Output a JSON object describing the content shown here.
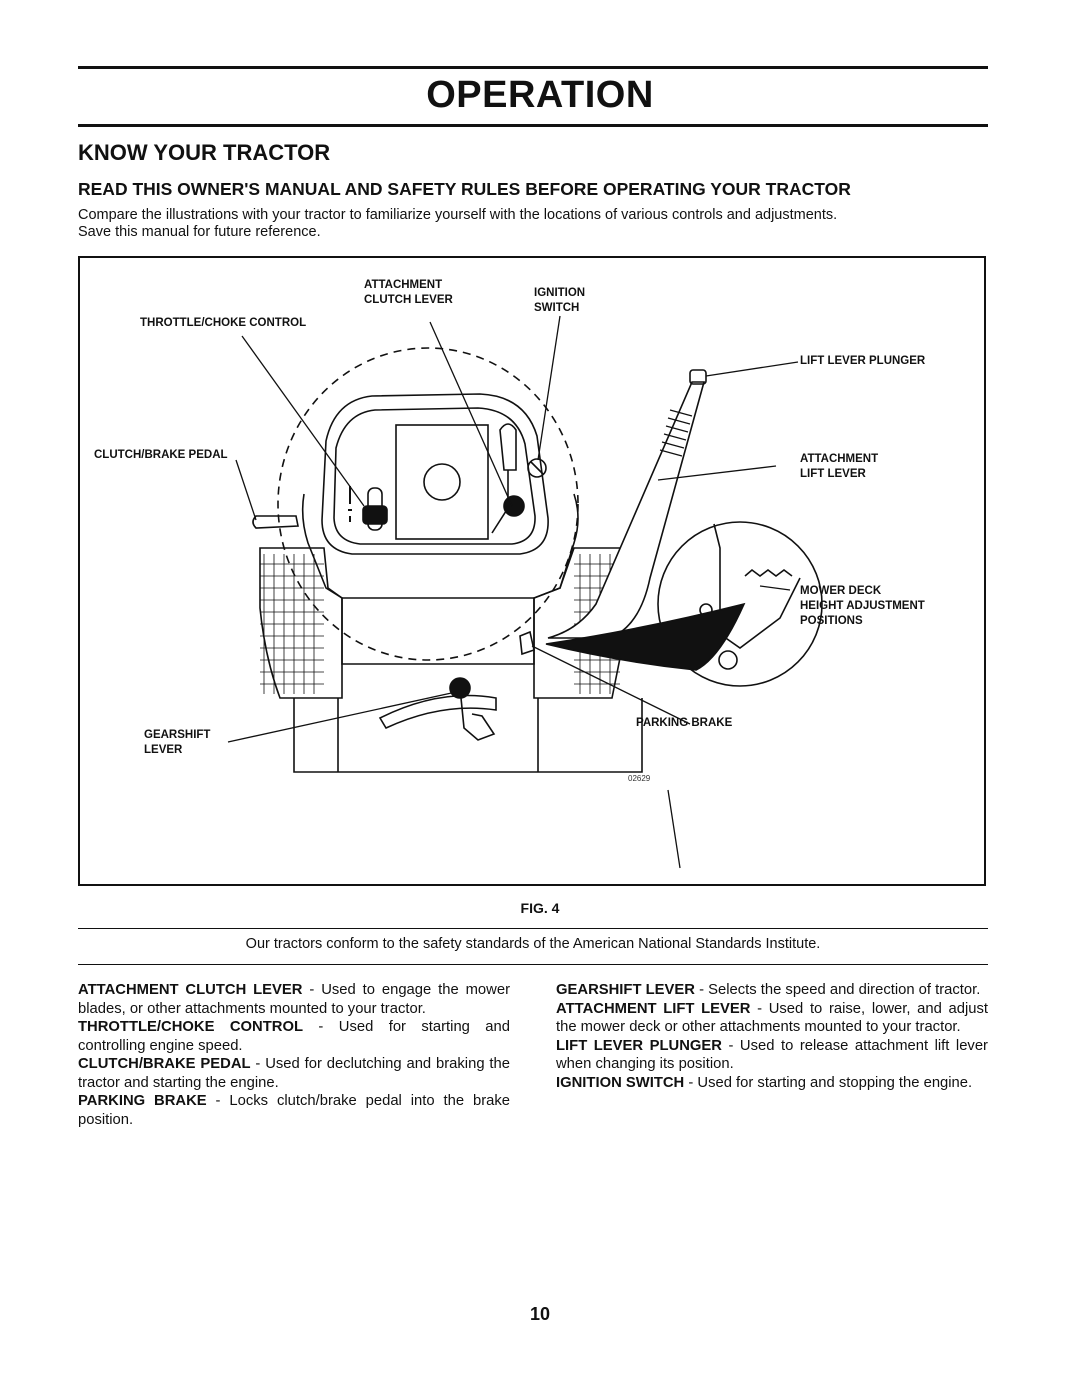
{
  "header": {
    "title": "OPERATION"
  },
  "section": {
    "heading": "KNOW YOUR TRACTOR",
    "subheading": "READ THIS OWNER'S MANUAL AND SAFETY RULES BEFORE OPERATING YOUR TRACTOR",
    "intro_line1": "Compare the illustrations with your tractor to familiarize yourself with the locations of various controls and adjustments.",
    "intro_line2": "Save this manual for future reference."
  },
  "figure": {
    "labels": {
      "attachment_clutch_lever": [
        "ATTACHMENT",
        "CLUTCH LEVER"
      ],
      "ignition_switch": [
        "IGNITION",
        "SWITCH"
      ],
      "throttle_choke_control": "THROTTLE/CHOKE CONTROL",
      "lift_lever_plunger": "LIFT LEVER PLUNGER",
      "clutch_brake_pedal": "CLUTCH/BRAKE PEDAL",
      "attachment_lift_lever": [
        "ATTACHMENT",
        "LIFT LEVER"
      ],
      "mower_deck_height": [
        "MOWER DECK",
        "HEIGHT ADJUSTMENT",
        "POSITIONS"
      ],
      "parking_brake": "PARKING BRAKE",
      "gearshift_lever": [
        "GEARSHIFT",
        "LEVER"
      ]
    },
    "drawing_number": "02629",
    "caption": "FIG. 4"
  },
  "standards_note": "Our tractors conform to the safety standards of the American National Standards Institute.",
  "descriptions": {
    "left": [
      {
        "term": "ATTACHMENT CLUTCH LEVER",
        "text": " - Used to engage the mower blades, or other attachments mounted to your tractor."
      },
      {
        "term": "THROTTLE/CHOKE CONTROL",
        "text": " - Used for starting and controlling engine speed."
      },
      {
        "term": "CLUTCH/BRAKE PEDAL",
        "text": " - Used for declutching and braking the tractor and starting the engine."
      },
      {
        "term": "PARKING BRAKE",
        "text": " - Locks clutch/brake pedal into the brake position."
      }
    ],
    "right": [
      {
        "term": "GEARSHIFT LEVER",
        "text": " - Selects the speed and direction of tractor."
      },
      {
        "term": "ATTACHMENT LIFT LEVER",
        "text": " - Used to raise, lower, and adjust the mower deck or other attachments mounted to your tractor."
      },
      {
        "term": "LIFT LEVER PLUNGER",
        "text": " - Used to release attachment lift lever when changing its position."
      },
      {
        "term": "IGNITION SWITCH",
        "text": " - Used for starting and stopping the engine."
      }
    ]
  },
  "footer": {
    "page_number": "10"
  }
}
